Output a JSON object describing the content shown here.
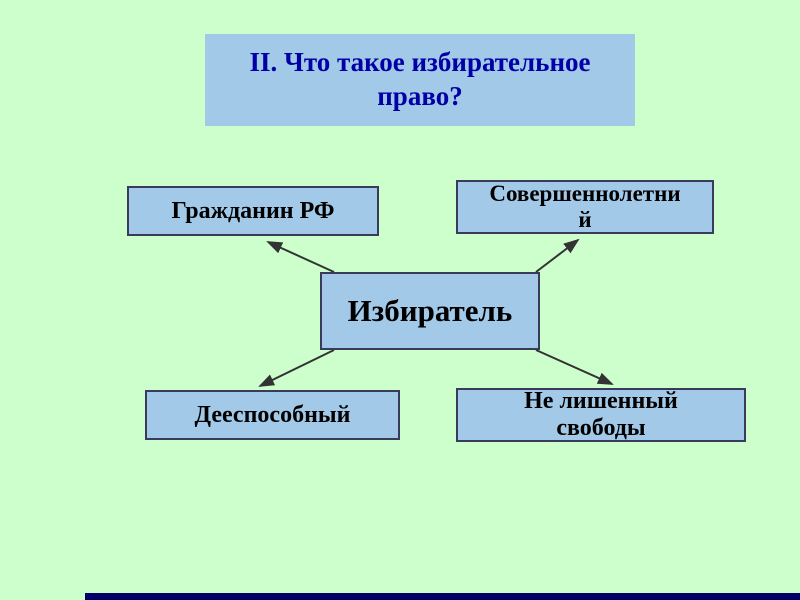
{
  "slide": {
    "title": "II. Что такое избирательное право?",
    "nodes": {
      "citizen": {
        "lines": [
          "Гражданин РФ"
        ]
      },
      "adult": {
        "lines": [
          "Совершеннолетни",
          "й"
        ]
      },
      "voter": {
        "lines": [
          "Избиратель"
        ]
      },
      "capable": {
        "lines": [
          "Дееспособный"
        ]
      },
      "not_imprisoned": {
        "lines": [
          "Не лишенный",
          "свободы"
        ]
      }
    },
    "colors": {
      "background": "#ccffcc",
      "box_fill": "#a2c9e8",
      "box_border": "#3a3a5c",
      "box_text": "#000000",
      "title_fill": "#a2c9e8",
      "title_text": "#0000a6",
      "arrow": "#333333",
      "bottom_bar": "#000066"
    }
  }
}
